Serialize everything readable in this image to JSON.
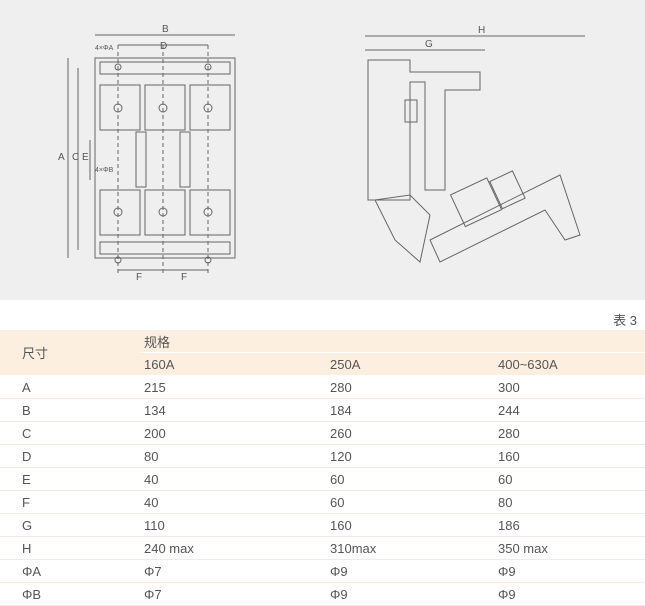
{
  "drawing": {
    "labels": {
      "A": "A",
      "B": "B",
      "C": "C",
      "D": "D",
      "E": "E",
      "F": "F",
      "G": "G",
      "H": "H",
      "hole_a": "4×ΦA",
      "hole_b": "4×ΦB"
    }
  },
  "table": {
    "caption": "表 3",
    "row_header": "尺寸",
    "group_header": "规格",
    "columns": [
      "160A",
      "250A",
      "400~630A"
    ],
    "rows": [
      {
        "label": "A",
        "values": [
          "215",
          "280",
          "300"
        ]
      },
      {
        "label": "B",
        "values": [
          "134",
          "184",
          "244"
        ]
      },
      {
        "label": "C",
        "values": [
          "200",
          "260",
          "280"
        ]
      },
      {
        "label": "D",
        "values": [
          "80",
          "120",
          "160"
        ]
      },
      {
        "label": "E",
        "values": [
          "40",
          "60",
          "60"
        ]
      },
      {
        "label": "F",
        "values": [
          "40",
          "60",
          "80"
        ]
      },
      {
        "label": "G",
        "values": [
          "110",
          "160",
          "186"
        ]
      },
      {
        "label": "H",
        "values": [
          "240 max",
          "310max",
          "350 max"
        ]
      },
      {
        "label": "ΦA",
        "values": [
          "Φ7",
          "Φ9",
          "Φ9"
        ]
      },
      {
        "label": "ΦB",
        "values": [
          "Φ7",
          "Φ9",
          "Φ9"
        ]
      }
    ]
  }
}
